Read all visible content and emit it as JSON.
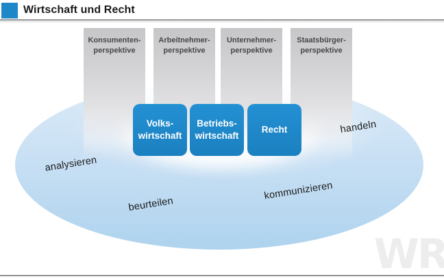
{
  "header": {
    "title": "Wirtschaft und Recht",
    "accent_color": "#1e87c8"
  },
  "perspectives": [
    {
      "label": "Konsumenten-\nperspektive"
    },
    {
      "label": "Arbeitnehmer-\nperspektive"
    },
    {
      "label": "Unternehmer-\nperspektive"
    },
    {
      "label": "Staatsbürger-\nperspektive"
    }
  ],
  "disciplines": [
    {
      "label": "Volks-\nwirtschaft",
      "color": "#1e87c8"
    },
    {
      "label": "Betriebs-\nwirtschaft",
      "color": "#1e87c8"
    },
    {
      "label": "Recht",
      "color": "#1e87c8"
    }
  ],
  "competencies": [
    {
      "label": "analysieren"
    },
    {
      "label": "beurteilen"
    },
    {
      "label": "kommunizieren"
    },
    {
      "label": "handeln"
    }
  ],
  "watermark": "WR",
  "colors": {
    "ellipse_light": "#dcebf8",
    "ellipse_dark": "#aed3ee",
    "column_gray": "#c6c6c8",
    "watermark_gray": "#ededed"
  }
}
